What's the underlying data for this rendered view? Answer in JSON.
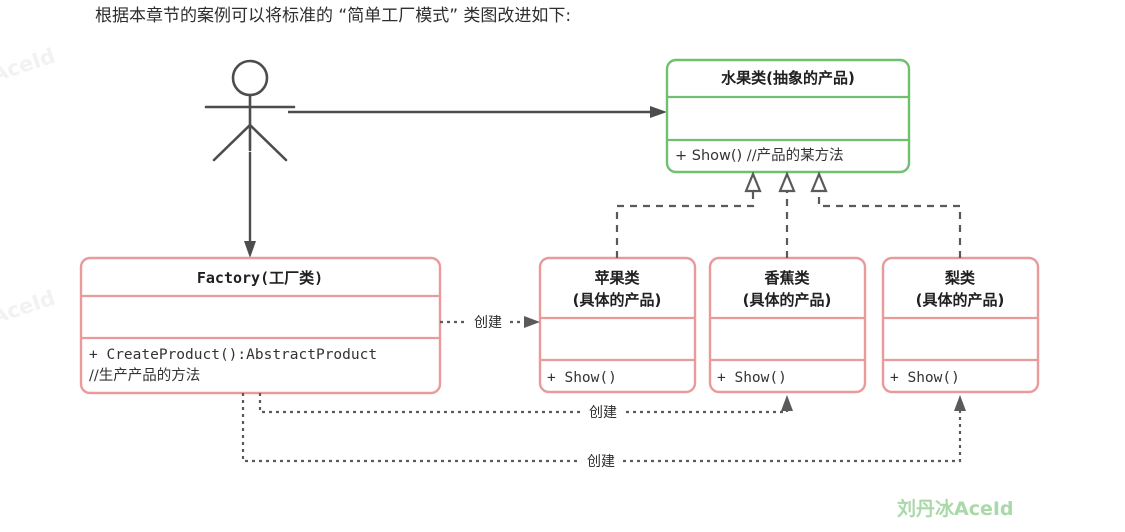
{
  "caption": "根据本章节的案例可以将标准的 “简单工厂模式” 类图改进如下:",
  "colors": {
    "abstract_border": "#6fc06f",
    "concrete_border": "#e99a9a",
    "connector": "#5a5a5a",
    "actor": "#4d4d4d",
    "watermark": "#a9d8a9",
    "text": "#202020",
    "background": "#ffffff"
  },
  "actor": {
    "name": "actor-stick-figure"
  },
  "classes": {
    "abstract_product": {
      "title": "水果类(抽象的产品)",
      "attributes": [],
      "methods": [
        "+ Show()  //产品的某方法"
      ],
      "kind": "abstract"
    },
    "factory": {
      "title": "Factory(工厂类)",
      "attributes": [],
      "methods": [
        "+ CreateProduct():AbstractProduct",
        "//生产产品的方法"
      ],
      "kind": "concrete"
    },
    "apple": {
      "title_line1": "苹果类",
      "title_line2": "(具体的产品)",
      "attributes": [],
      "methods": [
        "+ Show()"
      ],
      "kind": "concrete"
    },
    "banana": {
      "title_line1": "香蕉类",
      "title_line2": "(具体的产品)",
      "attributes": [],
      "methods": [
        "+ Show()"
      ],
      "kind": "concrete"
    },
    "pear": {
      "title_line1": "梨类",
      "title_line2": "(具体的产品)",
      "attributes": [],
      "methods": [
        "+ Show()"
      ],
      "kind": "concrete"
    }
  },
  "edges": {
    "create_apple_label": "创建",
    "create_banana_label": "创建",
    "create_pear_label": "创建"
  },
  "watermarks": {
    "main": "刘丹冰AceId",
    "faint_top": "AceId",
    "faint_bottom": "AceId"
  }
}
